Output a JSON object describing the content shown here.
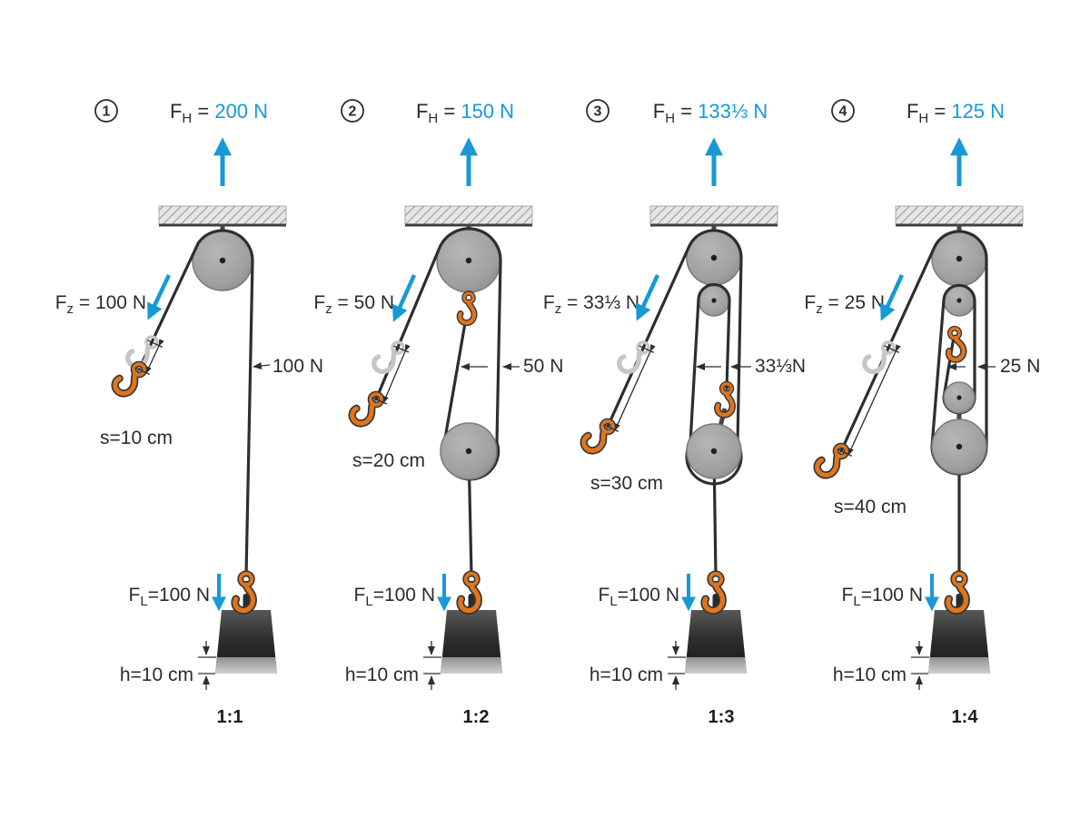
{
  "figure": {
    "type": "physics-diagram",
    "subject": "pulley systems - mechanical advantage 1:1 to 1:4"
  },
  "colors": {
    "accent_blue": "#1899D6",
    "hook_orange": "#E0751C",
    "pulley_gray": "#A0A0A0",
    "rope_dark": "#2E2E2E",
    "weight_dark": "#2B2B2B",
    "weight_band": "#C8C8C8"
  },
  "panels": [
    {
      "number": "1",
      "fh": {
        "sym": "F",
        "sub": "H",
        "eq": " = ",
        "value": "200 N"
      },
      "fz": {
        "sym": "F",
        "sub": "z",
        "eq": " = ",
        "value": "100 N"
      },
      "rope_force": "100 N",
      "s_label": "s=10 cm",
      "fl": {
        "sym": "F",
        "sub": "L",
        "eq": "=",
        "value": "100 N"
      },
      "h_label": "h=10 cm",
      "ratio": "1:1"
    },
    {
      "number": "2",
      "fh": {
        "sym": "F",
        "sub": "H",
        "eq": " = ",
        "value": "150 N"
      },
      "fz": {
        "sym": "F",
        "sub": "z",
        "eq": " = ",
        "value": "50 N"
      },
      "rope_force": "50 N",
      "s_label": "s=20 cm",
      "fl": {
        "sym": "F",
        "sub": "L",
        "eq": "=",
        "value": "100 N"
      },
      "h_label": "h=10 cm",
      "ratio": "1:2"
    },
    {
      "number": "3",
      "fh": {
        "sym": "F",
        "sub": "H",
        "eq": " = ",
        "value": "133⅓ N"
      },
      "fz": {
        "sym": "F",
        "sub": "z",
        "eq": " = ",
        "value": "33⅓ N"
      },
      "rope_force": "33⅓N",
      "s_label": "s=30 cm",
      "fl": {
        "sym": "F",
        "sub": "L",
        "eq": "=",
        "value": "100 N"
      },
      "h_label": "h=10 cm",
      "ratio": "1:3"
    },
    {
      "number": "4",
      "fh": {
        "sym": "F",
        "sub": "H",
        "eq": " = ",
        "value": "125 N"
      },
      "fz": {
        "sym": "F",
        "sub": "z",
        "eq": " = ",
        "value": "25 N"
      },
      "rope_force": "25 N",
      "s_label": "s=40 cm",
      "fl": {
        "sym": "F",
        "sub": "L",
        "eq": "=",
        "value": "100 N"
      },
      "h_label": "h=10 cm",
      "ratio": "1:4"
    }
  ]
}
